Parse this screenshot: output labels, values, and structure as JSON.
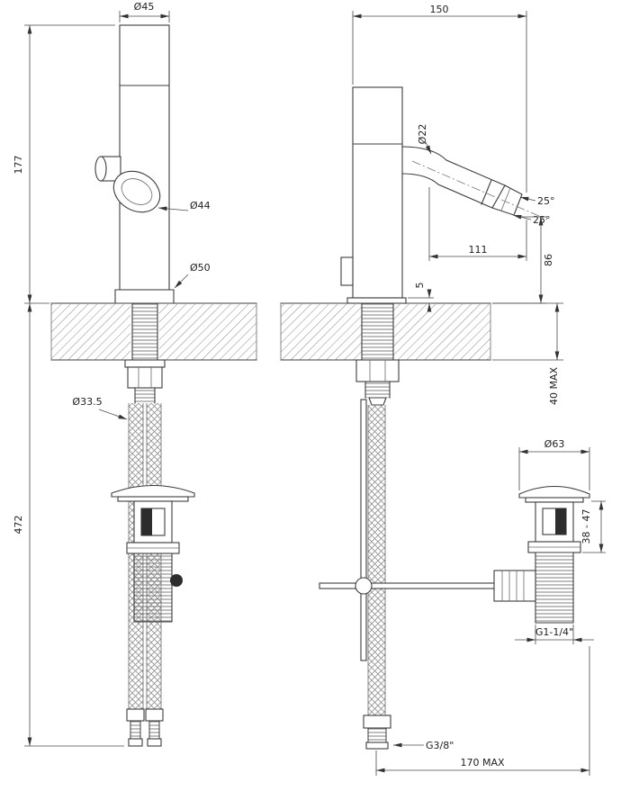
{
  "colors": {
    "line": "#3c3c3c",
    "background": "#ffffff",
    "fill_dark": "#2d2d2d"
  },
  "labels": {
    "front": {
      "dia_top": "Ø45",
      "body_height": "177",
      "dia_aerator": "Ø44",
      "dia_base": "Ø50",
      "dia_shank": "Ø33.5",
      "total_height": "472"
    },
    "side": {
      "depth": "150",
      "dia_spout": "Ø22",
      "angle_upper": "25°",
      "angle_lower": "25°",
      "reach": "111",
      "outlet_height": "86",
      "base_plate": "5",
      "deck_max": "40 MAX",
      "dia_drain": "Ø63",
      "drain_adjust": "38 - 47",
      "drain_thread": "G1-1/4\"",
      "hose_thread": "G3/8\"",
      "rod_reach": "170 MAX"
    }
  }
}
